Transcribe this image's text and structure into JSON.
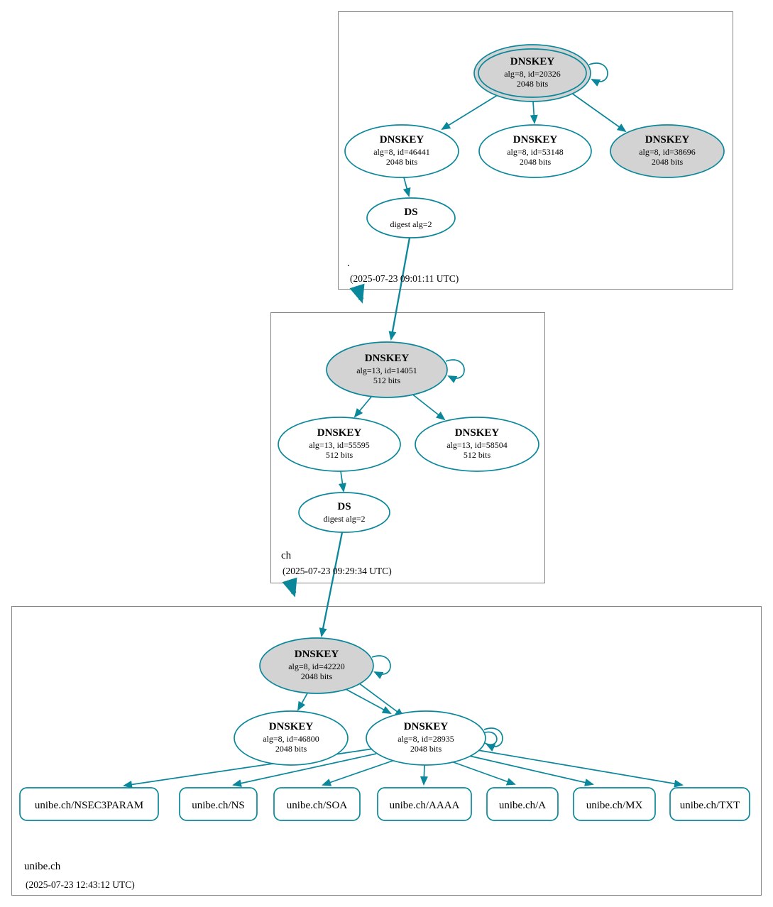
{
  "colors": {
    "secure_teal": "#0a879a",
    "ksk_fill": "#d3d3d3",
    "node_fill": "#ffffff",
    "zone_border": "#848484"
  },
  "zones": {
    "root": {
      "label": ".",
      "timestamp": "(2025-07-23 09:01:11 UTC)",
      "ksk": {
        "title": "DNSKEY",
        "detail": "alg=8, id=20326",
        "bits": "2048 bits"
      },
      "keys": [
        {
          "title": "DNSKEY",
          "detail": "alg=8, id=46441",
          "bits": "2048 bits"
        },
        {
          "title": "DNSKEY",
          "detail": "alg=8, id=53148",
          "bits": "2048 bits"
        },
        {
          "title": "DNSKEY",
          "detail": "alg=8, id=38696",
          "bits": "2048 bits"
        }
      ],
      "ds": {
        "title": "DS",
        "detail": "digest alg=2"
      }
    },
    "ch": {
      "label": "ch",
      "timestamp": "(2025-07-23 09:29:34 UTC)",
      "ksk": {
        "title": "DNSKEY",
        "detail": "alg=13, id=14051",
        "bits": "512 bits"
      },
      "keys": [
        {
          "title": "DNSKEY",
          "detail": "alg=13, id=55595",
          "bits": "512 bits"
        },
        {
          "title": "DNSKEY",
          "detail": "alg=13, id=58504",
          "bits": "512 bits"
        }
      ],
      "ds": {
        "title": "DS",
        "detail": "digest alg=2"
      }
    },
    "unibe": {
      "label": "unibe.ch",
      "timestamp": "(2025-07-23 12:43:12 UTC)",
      "ksk": {
        "title": "DNSKEY",
        "detail": "alg=8, id=42220",
        "bits": "2048 bits"
      },
      "keys": [
        {
          "title": "DNSKEY",
          "detail": "alg=8, id=46800",
          "bits": "2048 bits"
        },
        {
          "title": "DNSKEY",
          "detail": "alg=8, id=28935",
          "bits": "2048 bits"
        }
      ],
      "records": [
        "unibe.ch/NSEC3PARAM",
        "unibe.ch/NS",
        "unibe.ch/SOA",
        "unibe.ch/AAAA",
        "unibe.ch/A",
        "unibe.ch/MX",
        "unibe.ch/TXT"
      ]
    }
  }
}
